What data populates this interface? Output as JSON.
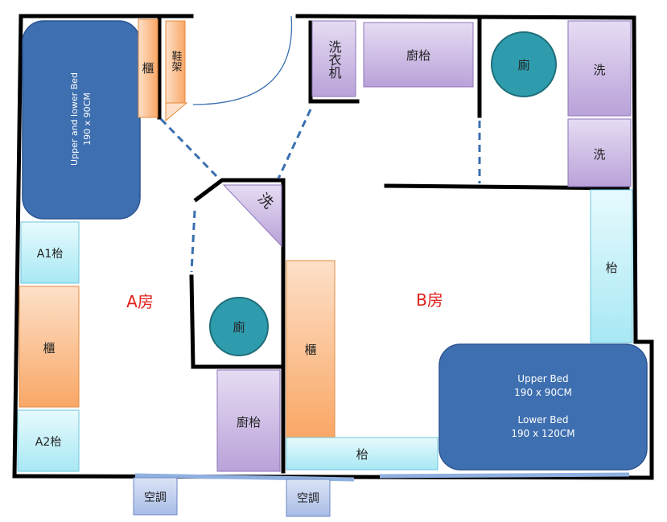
{
  "rooms": {
    "a": "A房",
    "b": "B房"
  },
  "furniture": {
    "bunk_a": "Upper  and lower Bed",
    "bunk_a_size": "190 x 90CM",
    "cabinet_top": "櫃",
    "shoe_rack": "鞋架",
    "washer": "洗衣机",
    "kitchen_counter_top": "廚枱",
    "toilet_top": "廁",
    "sink_1": "洗",
    "sink_2": "洗",
    "sink_middle": "洗",
    "table_b_right": "枱",
    "desk_a1": "A1枱",
    "cabinet_a": "櫃",
    "desk_a2": "A2枱",
    "toilet_middle": "廁",
    "kitchen_counter_bottom": "廚枱",
    "cabinet_middle": "櫃",
    "table_b_bottom": "枱",
    "bed_b_upper": "Upper  Bed",
    "bed_b_upper_size": "190 x 90CM",
    "bed_b_lower": "Lower Bed",
    "bed_b_lower_size": "190 x 120CM",
    "aircon_1": "空調",
    "aircon_2": "空調"
  },
  "colors": {
    "wall": "#000000",
    "bed": "#3e6fb0",
    "cabinet": "#fbb17f",
    "desk": "#c8f1fa",
    "appliance": "#c8b4e0",
    "toilet": "#2e9cad",
    "aircon": "#b9c9ea",
    "room_label": "#e0201a",
    "dashed": "#3a6fb0"
  }
}
